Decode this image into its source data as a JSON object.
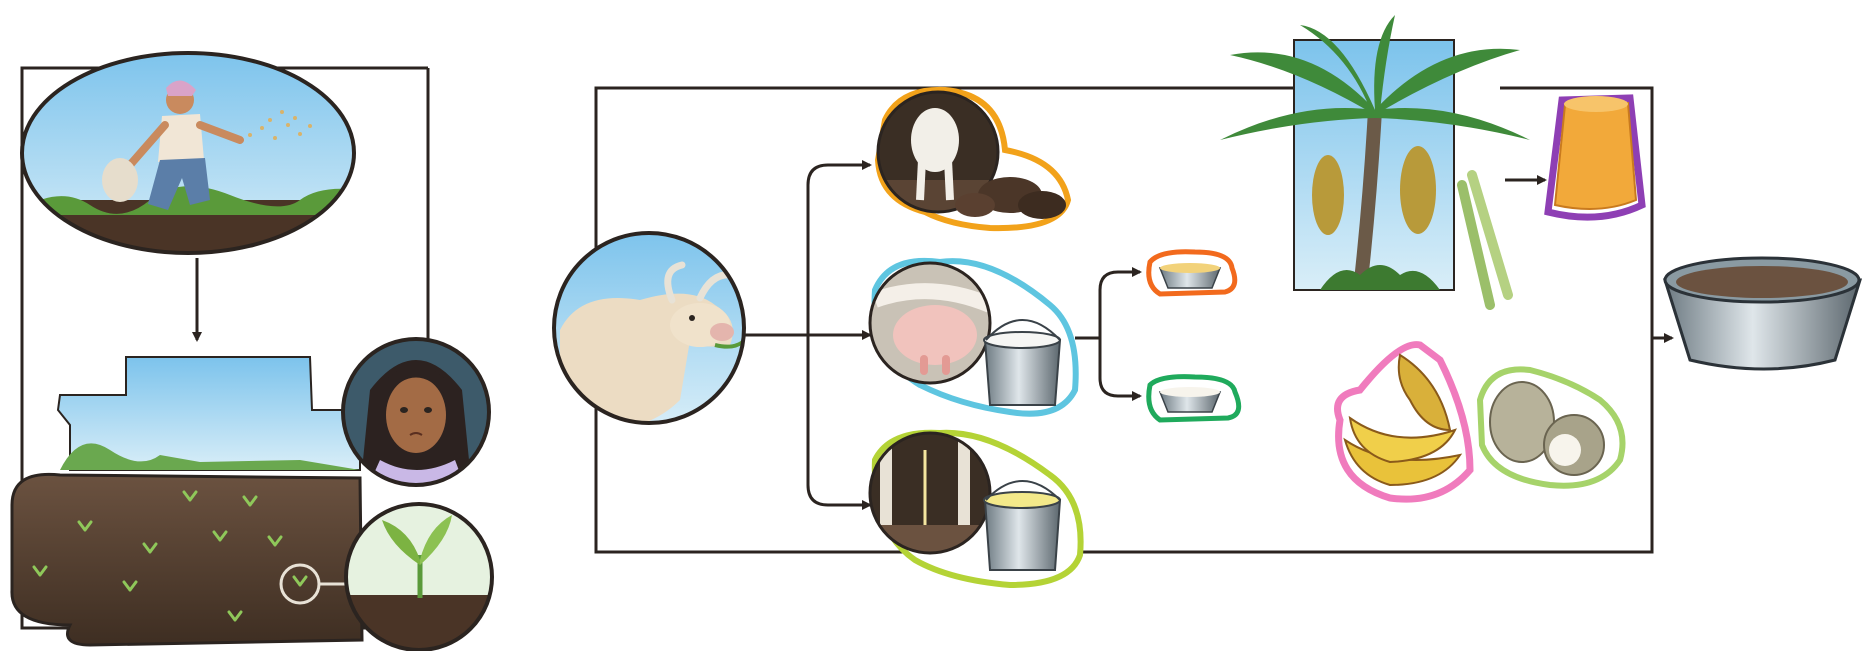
{
  "diagram": {
    "left_panel": {
      "scenes": [
        "farmer-sowing-seeds",
        "sad-woman-portrait",
        "sprouting-field",
        "seedling-closeup"
      ],
      "arrow_direction": "down"
    },
    "right_panel": {
      "source": "cow",
      "products": [
        "dung",
        "milk",
        "urine"
      ],
      "milk_outputs": [
        "curd",
        "ghee"
      ],
      "added_ingredients": [
        "jaggery",
        "palm-tree",
        "sugarcane",
        "banana",
        "coconut"
      ],
      "final_product": "mixing-tub"
    },
    "colors": {
      "line": "#2b2420",
      "dung_outline": "#f2a21a",
      "milk_outline": "#5ec5e0",
      "urine_outline": "#b4d336",
      "curd_outline": "#f26a1d",
      "ghee_outline": "#1faa5c",
      "jaggery_outline": "#8e3fb4",
      "banana_outline": "#f07bbd",
      "coconut_outline": "#a6d36a",
      "sky": "#a9d8f2",
      "soil": "#5a4434",
      "grass": "#5a9a3a"
    }
  }
}
